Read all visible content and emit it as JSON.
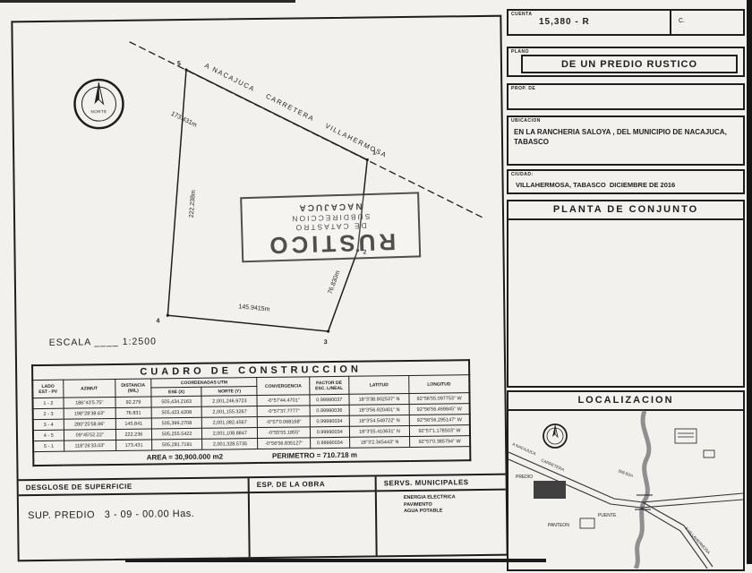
{
  "drawing": {
    "north_label": "NORTE",
    "road_label": "A NACAJUCA    CARRETERA    VILLAHERMOSA",
    "escala": "ESCALA ____ 1:2500",
    "vertices": [
      "1",
      "2",
      "3",
      "4",
      "5"
    ],
    "measurements": {
      "side_5_1": "173.431m",
      "side_4_5": "222.238m",
      "side_3_4": "145.9415m",
      "side_2_3": "76.830m"
    },
    "stamp": {
      "word": "RUSTICO",
      "dept_line1": "SUBDIRECCION",
      "dept_line2": "DE CATASTRO",
      "city": "NACAJUCA"
    }
  },
  "table": {
    "title": "CUADRO DE CONSTRUCCION",
    "headers": {
      "lado": "LADO",
      "lado_sub": "EST - PV",
      "azimut": "AZIMUT",
      "distancia": "DISTANCIA",
      "distancia_sub": "(M/L)",
      "coordenadas": "COORDENADAS UTM",
      "este": "ESE (X)",
      "norte": "NORTE (Y)",
      "convergencia": "CONVERGENCIA",
      "factor": "FACTOR DE",
      "factor_sub": "ESC. LINEAL",
      "latitud": "LATITUD",
      "longitud": "LONGITUD"
    },
    "rows": [
      [
        "1 - 2",
        "186°43'5.75\"",
        "92.279",
        "505,434.2163",
        "2,001,246.9723",
        "-0°57'44.4701\"",
        "0.99990037",
        "18°3'38.902537\" N",
        "92°56'55.097753\" W"
      ],
      [
        "2 - 3",
        "198°28'38.63\"",
        "76.831",
        "505,423.4208",
        "2,001,155.3267",
        "-0°57'37.7777\"",
        "0.99990036",
        "18°3'56.920401\" N",
        "92°56'56.469845\" W"
      ],
      [
        "3 - 4",
        "280°25'58.96\"",
        "145.841",
        "505,399.2708",
        "2,001,082.4567",
        "-0°57'0.068168\"",
        "0.99990034",
        "18°3'54.549722\" N",
        "92°56'56.295147\" W"
      ],
      [
        "4 - 5",
        "09°45'52.22\"",
        "222.236",
        "505,255.5422",
        "2,001,108.8847",
        "-0°55'55.1855\"",
        "0.99990034",
        "18°3'55.410631\" N",
        "92°57'1.178503\" W"
      ],
      [
        "5 - 1",
        "118°26'33.03\"",
        "173.431",
        "505,281.7191",
        "2,001,328.5735",
        "-0°56'56.835127\"",
        "0.99990034",
        "18°3'2.345443\" N",
        "92°57'0.385794\" W"
      ]
    ],
    "area": "AREA = 30,900.000 m2",
    "perimetro": "PERIMETRO = 710.718 m"
  },
  "bottom": {
    "desglose": "DESGLOSE DE SUPERFICIE",
    "esp": "ESP. DE LA OBRA",
    "servs": "SERVS. MUNICIPALES",
    "servs_items": [
      "ENERGIA ELECTRICA",
      "PAVIMENTO",
      "AGUA POTABLE"
    ],
    "sup_predio": "SUP. PREDIO   3 - 09 - 00.00 Has."
  },
  "right_panel": {
    "cuenta": {
      "label": "CUENTA",
      "value": "15,380 - R",
      "right": "C."
    },
    "plano": {
      "label": "PLANO",
      "value": "DE UN PREDIO RUSTICO"
    },
    "prop": {
      "label": "PROP. DE"
    },
    "ubicacion": {
      "label": "UBICACION",
      "value": "EN LA RANCHERIA SALOYA , DEL MUNICIPIO DE NACAJUCA, TABASCO"
    },
    "ciudad": {
      "label": "CIUDAD:",
      "value": "VILLAHERMOSA, TABASCO  DICIEMBRE DE 2016"
    },
    "planta_title": "PLANTA DE CONJUNTO",
    "localizacion_title": "LOCALIZACION"
  },
  "map": {
    "a_nacajuca": "A NACAJUCA",
    "carretera": "CARRETERA",
    "distance": "308.82m",
    "predio": "PREDIO",
    "puente": "PUENTE",
    "panteon": "PANTEON",
    "a_villahermosa": "A VILLAHERMOSA"
  }
}
